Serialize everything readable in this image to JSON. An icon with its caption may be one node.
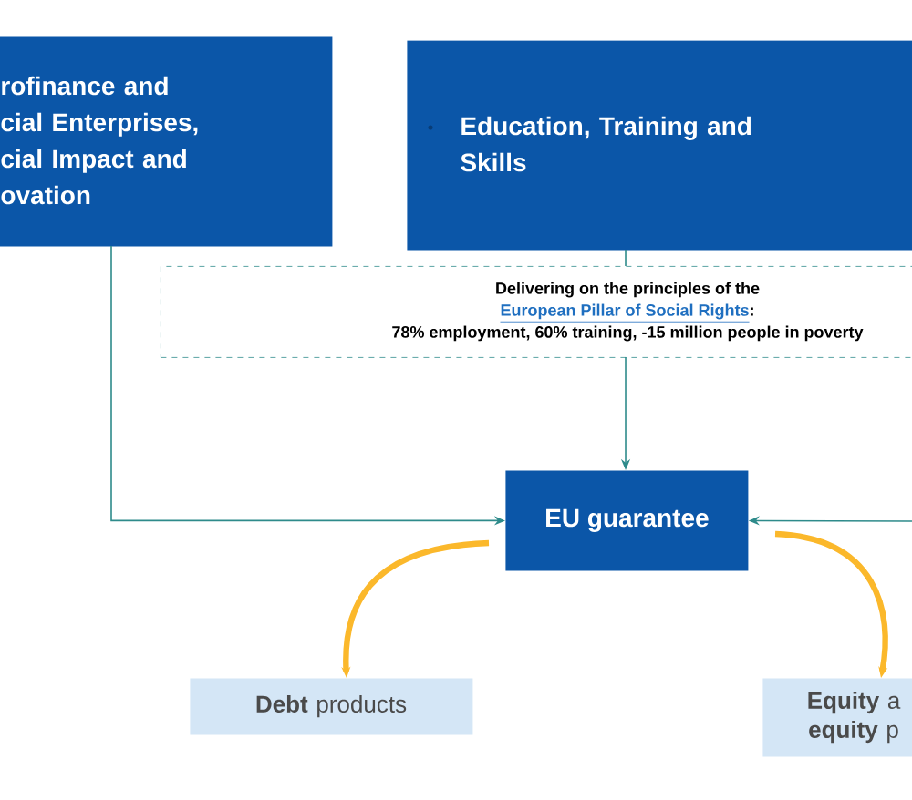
{
  "diagram": {
    "nodes": [
      {
        "text": [
          "rofinance and cial Enterprises, cial Impact and ovation"
        ]
      },
      {
        "text": [
          "Education, Training and Skills"
        ]
      },
      {
        "text": [
          "Delivering on the principles of the",
          "European Pillar of Social Rights",
          ":",
          "78% employment, 60% training, -15 million people in poverty"
        ]
      },
      {
        "text": [
          "EU guarantee"
        ]
      },
      {
        "text": [
          "**Debt** products"
        ]
      },
      {
        "text": [
          "**Equity** a **equity** p"
        ]
      }
    ],
    "edges": [
      {
        "from": 0,
        "to": 3,
        "arrow": "to"
      },
      {
        "from": 1,
        "to": 2,
        "arrow": "none"
      },
      {
        "from": 2,
        "to": 3,
        "arrow": "to"
      },
      {
        "from": null,
        "to": 3,
        "arrow": "to"
      },
      {
        "from": 3,
        "to": 4,
        "arrow": "to",
        "style": "thick",
        "color": "#fbb82b"
      },
      {
        "from": 3,
        "to": 5,
        "arrow": "to",
        "style": "thick",
        "color": "#fbb82b"
      }
    ]
  }
}
